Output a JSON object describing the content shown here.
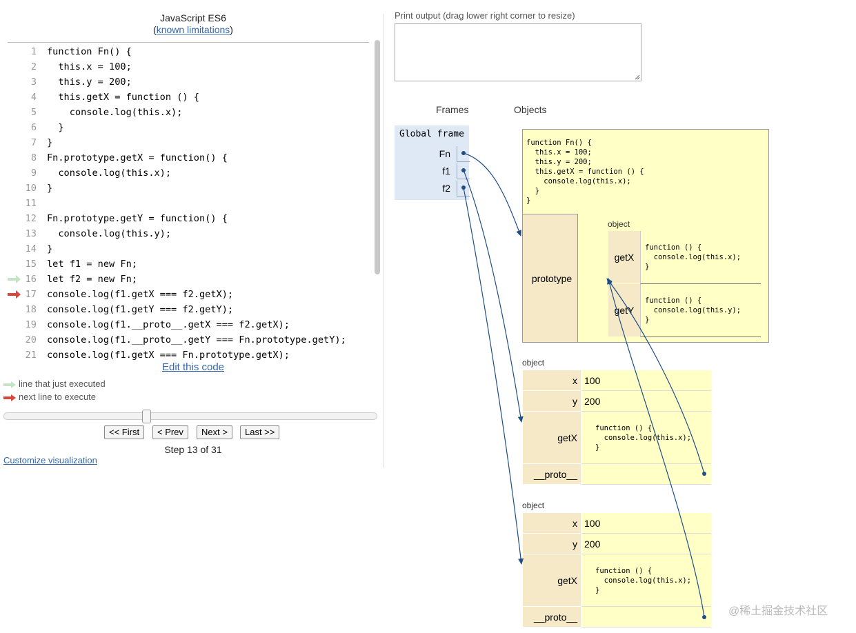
{
  "header": {
    "language": "JavaScript ES6",
    "paren_open": "(",
    "limitations_link": "known limitations",
    "paren_close": ")"
  },
  "code": {
    "lines": [
      {
        "num": "1",
        "text": "function Fn() {"
      },
      {
        "num": "2",
        "text": "  this.x = 100;"
      },
      {
        "num": "3",
        "text": "  this.y = 200;"
      },
      {
        "num": "4",
        "text": "  this.getX = function () {"
      },
      {
        "num": "5",
        "text": "    console.log(this.x);"
      },
      {
        "num": "6",
        "text": "  }"
      },
      {
        "num": "7",
        "text": "}"
      },
      {
        "num": "8",
        "text": "Fn.prototype.getX = function() {"
      },
      {
        "num": "9",
        "text": "  console.log(this.x);"
      },
      {
        "num": "10",
        "text": "}"
      },
      {
        "num": "11",
        "text": ""
      },
      {
        "num": "12",
        "text": "Fn.prototype.getY = function() {"
      },
      {
        "num": "13",
        "text": "  console.log(this.y);"
      },
      {
        "num": "14",
        "text": "}"
      },
      {
        "num": "15",
        "text": "let f1 = new Fn;"
      },
      {
        "num": "16",
        "text": "let f2 = new Fn;"
      },
      {
        "num": "17",
        "text": "console.log(f1.getX === f2.getX);"
      },
      {
        "num": "18",
        "text": "console.log(f1.getY === f2.getY);"
      },
      {
        "num": "19",
        "text": "console.log(f1.__proto__.getX === f2.getX);"
      },
      {
        "num": "20",
        "text": "console.log(f1.__proto__.getY === Fn.prototype.getY);"
      },
      {
        "num": "21",
        "text": "console.log(f1.getX === Fn.prototype.getX);"
      }
    ],
    "just_executed_line": "16",
    "next_line": "17"
  },
  "edit_link": "Edit this code",
  "legend": {
    "just_executed": "line that just executed",
    "next_to_execute": "next line to execute"
  },
  "colors": {
    "just_executed_arrow": "#c5e3c5",
    "next_arrow": "#d9463b",
    "link": "#3366aa",
    "pointer": "#1f4e85"
  },
  "navigation": {
    "first": "<< First",
    "prev": "< Prev",
    "next": "Next >",
    "last": "Last >>",
    "step_text": "Step 13 of 31",
    "current_step": 13,
    "total_steps": 31
  },
  "customize_link": "Customize visualization",
  "print_output": {
    "label": "Print output (drag lower right corner to resize)",
    "value": ""
  },
  "headings": {
    "frames": "Frames",
    "objects": "Objects"
  },
  "global_frame": {
    "title": "Global frame",
    "vars": [
      "Fn",
      "f1",
      "f2"
    ]
  },
  "fn_object": {
    "source": "function Fn() {\n  this.x = 100;\n  this.y = 200;\n  this.getX = function () {\n    console.log(this.x);\n  }\n}",
    "prototype_key": "prototype",
    "prototype_object_label": "object",
    "prototype_entries": [
      {
        "key": "getX",
        "source": "function () {\n  console.log(this.x);\n}"
      },
      {
        "key": "getY",
        "source": "function () {\n  console.log(this.y);\n}"
      }
    ]
  },
  "instances": [
    {
      "label": "object",
      "x_key": "x",
      "x_val": "100",
      "y_key": "y",
      "y_val": "200",
      "getx_key": "getX",
      "getx_src": "function () {\n  console.log(this.x);\n}",
      "proto_key": "__proto__"
    },
    {
      "label": "object",
      "x_key": "x",
      "x_val": "100",
      "y_key": "y",
      "y_val": "200",
      "getx_key": "getX",
      "getx_src": "function () {\n  console.log(this.x);\n}",
      "proto_key": "__proto__"
    }
  ],
  "watermark": "@稀土掘金技术社区"
}
